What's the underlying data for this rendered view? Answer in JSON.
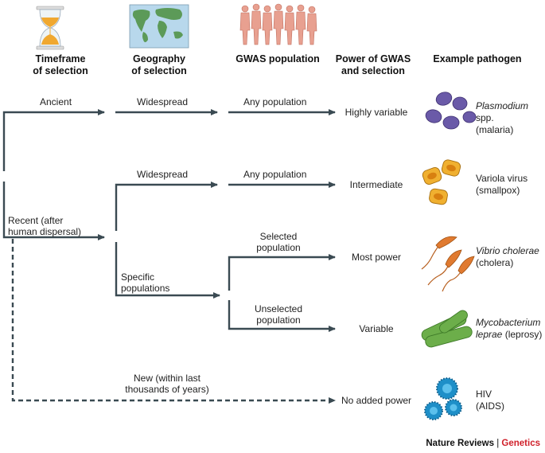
{
  "headers": {
    "timeframe": [
      "Timeframe",
      "of selection"
    ],
    "geography": [
      "Geography",
      "of selection"
    ],
    "gwas": "GWAS population",
    "power": [
      "Power of GWAS",
      "and selection"
    ],
    "pathogen": "Example pathogen"
  },
  "timeframes": {
    "ancient": "Ancient",
    "recent": [
      "Recent (after",
      "human dispersal)"
    ],
    "new": [
      "New (within last",
      "thousands of years)"
    ]
  },
  "geography": {
    "widespread_1": "Widespread",
    "widespread_2": "Widespread",
    "specific": [
      "Specific",
      "populations"
    ]
  },
  "gwas": {
    "any_1": "Any population",
    "any_2": "Any population",
    "selected": [
      "Selected",
      "population"
    ],
    "unselected": [
      "Unselected",
      "population"
    ]
  },
  "power": {
    "row1": "Highly variable",
    "row2": "Intermediate",
    "row3": "Most power",
    "row4": "Variable",
    "row5": "No added power"
  },
  "pathogens": {
    "row1": {
      "italic": "Plasmodium",
      "rest": " spp.",
      "line2": "(malaria)"
    },
    "row2": {
      "line1": "Variola virus",
      "line2": "(smallpox)"
    },
    "row3": {
      "italic": "Vibrio cholerae",
      "line2": "(cholera)"
    },
    "row4": {
      "italic": "Mycobacterium",
      "italic2": "leprae",
      "rest2": " (leprosy)"
    },
    "row5": {
      "line1": "HIV",
      "line2": "(AIDS)"
    }
  },
  "credit": {
    "journal": "Nature Reviews",
    "sep": " | ",
    "section": "Genetics"
  },
  "colors": {
    "arrow": "#3a4a52",
    "plasmodium": "#6a5aa8",
    "variola": "#e8a020",
    "vibrio": "#e07a30",
    "mycobacterium": "#6cae4a",
    "hiv": "#1e8fc8",
    "credit_red": "#d0202a",
    "hourglass_sand": "#f0a830",
    "map_land": "#5c9a58",
    "map_sea": "#b8d8ec",
    "humans": "#e8a090"
  },
  "icons": [
    "hourglass-icon",
    "world-map-icon",
    "human-population-icon"
  ]
}
